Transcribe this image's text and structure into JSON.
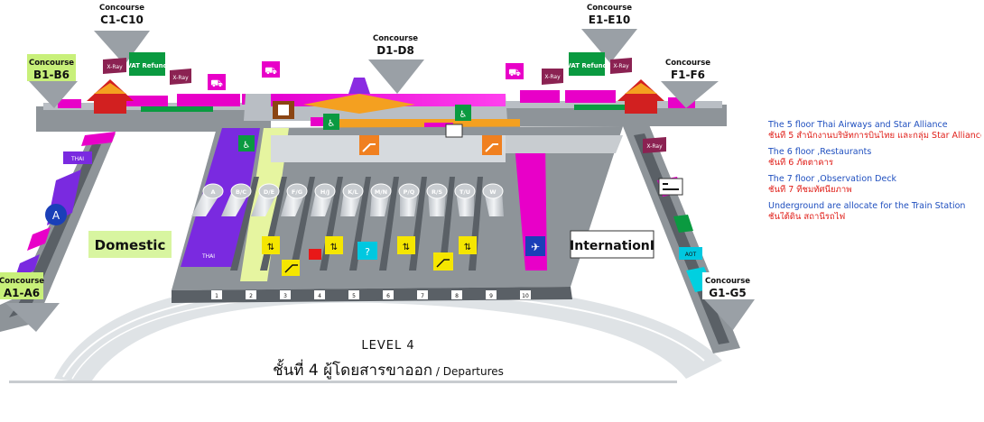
{
  "concourses": {
    "a": {
      "title": "Concourse",
      "range": "A1-A6"
    },
    "b": {
      "title": "Concourse",
      "range": "B1-B6"
    },
    "c": {
      "title": "Concourse",
      "range": "C1-C10"
    },
    "d": {
      "title": "Concourse",
      "range": "D1-D8"
    },
    "e": {
      "title": "Concourse",
      "range": "E1-E10"
    },
    "f": {
      "title": "Concourse",
      "range": "F1-F6"
    },
    "g": {
      "title": "Concourse",
      "range": "G1-G5"
    }
  },
  "zones": {
    "domestic": "Domestic",
    "international": "InternationI"
  },
  "check_in_rows": [
    "A",
    "B/C",
    "D/E",
    "F/G",
    "H/J",
    "K/L",
    "M/N",
    "P/Q",
    "R/S",
    "T/U",
    "W"
  ],
  "doors": [
    "1",
    "2",
    "3",
    "4",
    "5",
    "6",
    "7",
    "8",
    "9",
    "10"
  ],
  "signs": {
    "vat_refund_left": "VAT Refund",
    "vat_refund_right": "VAT Refund",
    "xray_c": "X-Ray",
    "xray_c2": "X-Ray",
    "xray_e": "X-Ray",
    "xray_e2": "X-Ray",
    "xray_g": "X-Ray",
    "thai_a": "THAI",
    "thai_domestic": "THAI",
    "aot": "AOT"
  },
  "legend": [
    {
      "en": "The 5 floor Thai Airways and Star Alliance",
      "th": "ชั้นที่ 5 สำนักงานบริษัทการบินไทย และกลุ่ม Star Alliance"
    },
    {
      "en": "The 6 floor ,Restaurants",
      "th": "ชั้นที่ 6 ภัตตาคาร"
    },
    {
      "en": "The 7 floor ,Observation Deck",
      "th": "ชั้นที่ 7 ที่ชมทัศนียภาพ"
    },
    {
      "en": "Underground are allocate for the Train Station",
      "th": "ชั้นใต้ดิน สถานีรถไฟ"
    }
  ],
  "title": {
    "level": "LEVEL 4",
    "thai": "ชั้นที่ 4 ผู้โดยสารขาออก",
    "sep": " / ",
    "english": "Departures"
  },
  "colors": {
    "magenta": "#e800c8",
    "purple": "#8a2be2",
    "yellow": "#f5e600",
    "teal": "#00c8c8",
    "green": "#0a9a40",
    "gray": "#8e9499"
  },
  "icons": [
    "shopping-cart-icon",
    "restroom-icon",
    "elevator-icon",
    "escalator-icon",
    "luggage-icon",
    "info-icon",
    "airplane-icon",
    "hotel-bed-icon",
    "airport-link-icon"
  ]
}
